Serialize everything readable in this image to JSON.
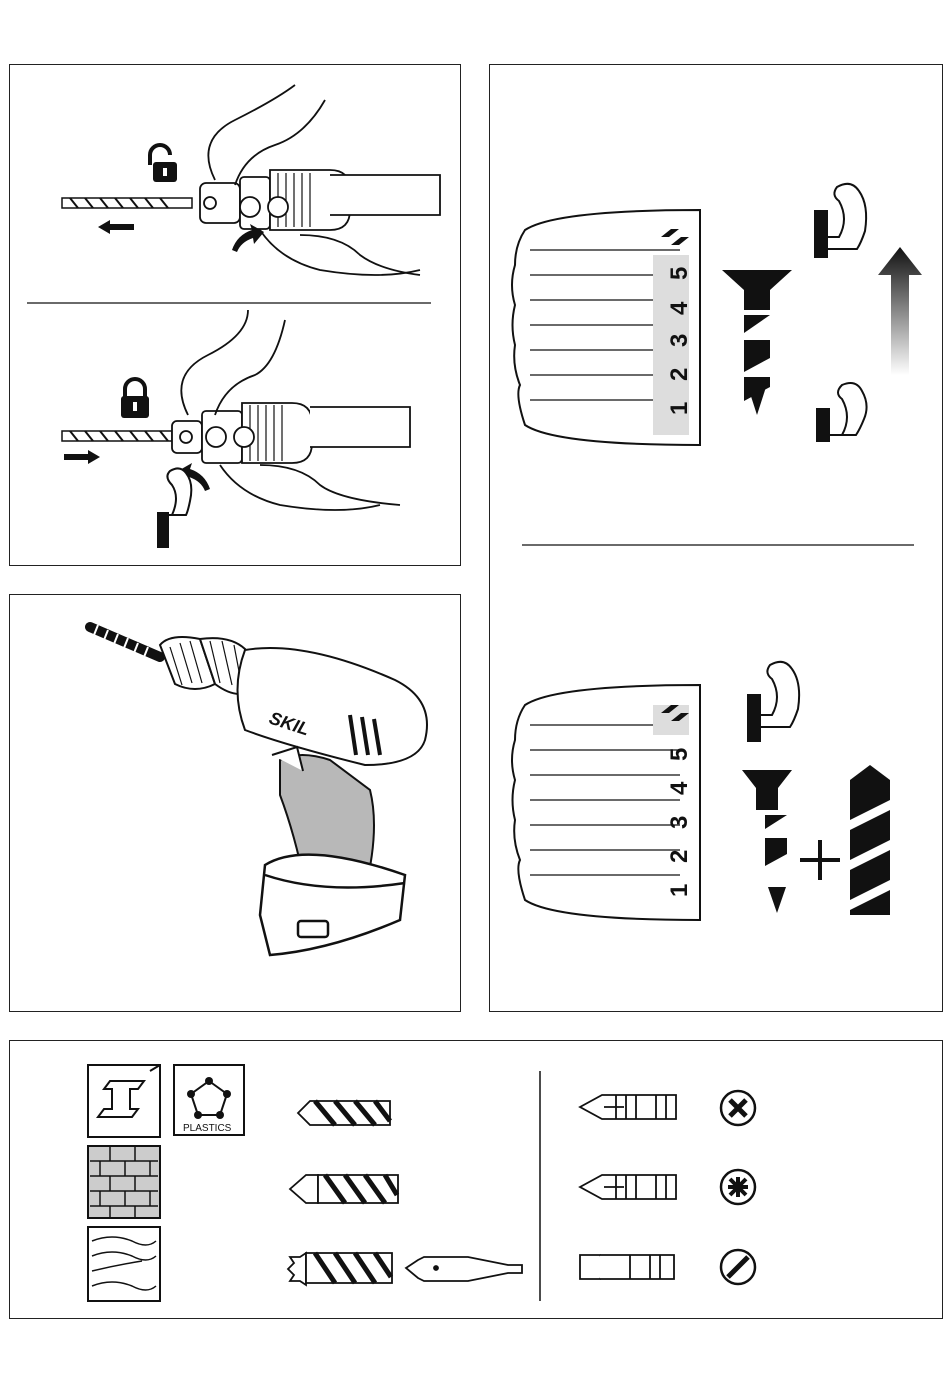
{
  "panel_chuck": {
    "icons": [
      "lock-open-icon",
      "lock-closed-icon",
      "arrow-left-icon",
      "arrow-right-icon",
      "strength-arm-icon"
    ]
  },
  "panel_drill": {
    "brand": "SKIL"
  },
  "panel_torque": {
    "top_scale": [
      "1",
      "2",
      "3",
      "4",
      "5"
    ],
    "bottom_scale": [
      "1",
      "2",
      "3",
      "4",
      "5"
    ],
    "icons": [
      "drill-mode-icon",
      "screw-icon",
      "torque-increase-arrow-icon",
      "strong-arm-icon",
      "weak-arm-icon",
      "drill-bit-icon",
      "plus-icon"
    ]
  },
  "panel_bits": {
    "plastics_label": "PLASTICS",
    "icons": [
      "metal-icon",
      "plastics-icon",
      "masonry-icon",
      "wood-icon",
      "hss-bit-icon",
      "masonry-bit-icon",
      "wood-bit-icon",
      "spade-bit-icon",
      "phillips-bit-icon",
      "pozidriv-bit-icon",
      "slotted-bit-icon",
      "phillips-head-icon",
      "pozidriv-head-icon",
      "slotted-head-icon"
    ]
  },
  "colors": {
    "line": "#111111",
    "shade": "#dddddd",
    "grey": "#b8b8b8"
  }
}
